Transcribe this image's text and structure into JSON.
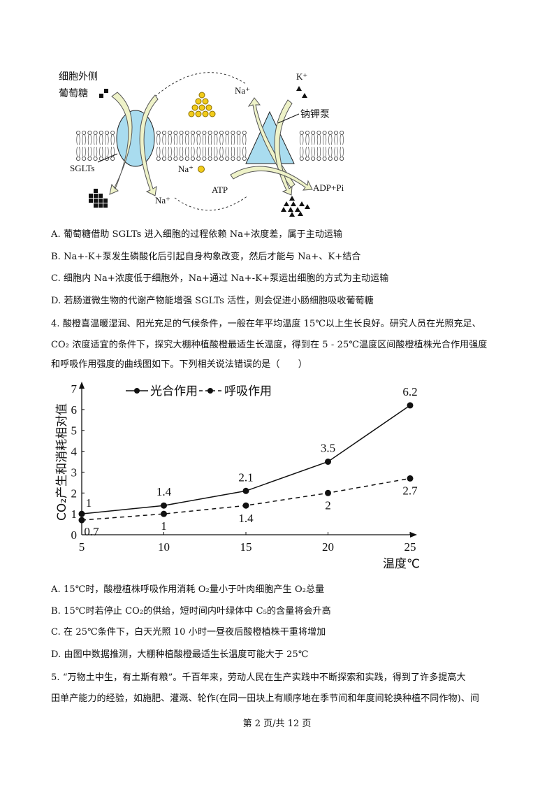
{
  "diagram": {
    "outside_label": "细胞外侧",
    "glucose_label": "葡萄糖",
    "sglt_label": "SGLTs",
    "na_label": "Na⁺",
    "k_label": "K⁺",
    "pump_label": "钠钾泵",
    "atp_label": "ATP",
    "adp_label": "ADP+Pi",
    "colors": {
      "protein": "#a9dcef",
      "arrow": "#eef2c8",
      "ion_na": "#f2cc1a"
    }
  },
  "q3_options": [
    "A. 葡萄糖借助 SGLTs 进入细胞的过程依赖 Na+浓度差，属于主动运输",
    "B. Na+-K+泵发生磷酸化后引起自身构象改变，然后才能与 Na+、K+结合",
    "C. 细胞内 Na+浓度低于细胞外，Na+通过 Na+-K+泵运出细胞的方式为主动运输",
    "D. 若肠道微生物的代谢产物能增强 SGLTs 活性，则会促进小肠细胞吸收葡萄糖"
  ],
  "q4_stem": [
    "4. 酸橙喜温暖湿润、阳光充足的气候条件，一般在年平均温度 15℃以上生长良好。研究人员在光照充足、",
    "CO₂ 浓度适宜的条件下，探究大棚种植酸橙最适生长温度，得到在 5 - 25℃温度区间酸橙植株光合作用强度",
    "和呼吸作用强度的曲线图如下。下列相关说法错误的是（　　）"
  ],
  "chart_data": {
    "type": "line",
    "x": [
      5,
      10,
      15,
      20,
      25
    ],
    "xlabel": "温度℃",
    "ylabel": "CO₂产生和消耗相对值",
    "xlim": [
      5,
      25
    ],
    "ylim": [
      0,
      7
    ],
    "xticks": [
      "5",
      "10",
      "15",
      "20",
      "25"
    ],
    "yticks": [
      "0",
      "1",
      "2",
      "3",
      "4",
      "5",
      "6",
      "7"
    ],
    "grid": false,
    "legend_position": "top",
    "series": [
      {
        "name": "光合作用",
        "style": "solid",
        "values": [
          1,
          1.4,
          2.1,
          3.5,
          6.2
        ],
        "labels": [
          "1",
          "1.4",
          "2.1",
          "3.5",
          "6.2"
        ]
      },
      {
        "name": "呼吸作用",
        "style": "dashed",
        "values": [
          0.7,
          1,
          1.4,
          2,
          2.7
        ],
        "labels": [
          "0.7",
          "1",
          "1.4",
          "2",
          "2.7"
        ]
      }
    ]
  },
  "q4_options": [
    "A. 15℃时，酸橙植株呼吸作用消耗 O₂量小于叶肉细胞产生 O₂总量",
    "B. 15℃时若停止 CO₂的供给，短时间内叶绿体中 C₅的含量将会升高",
    "C. 在 25℃条件下，白天光照 10 小时一昼夜后酸橙植株干重将增加",
    "D. 由图中数据推测，大棚种植酸橙最适生长温度可能大于 25℃"
  ],
  "q5_stem": [
    "5. “万物土中生，有土斯有粮”。千百年来，劳动人民在生产实践中不断探索和实践，得到了许多提高大",
    "田单产能力的经验，如施肥、灌溉、轮作(在同一田块上有顺序地在季节间和年度间轮换种植不同作物)、间"
  ],
  "footer": "第 2 页/共 12 页"
}
